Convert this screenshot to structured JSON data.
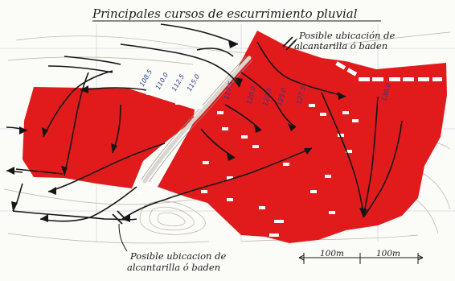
{
  "map": {
    "title": "Principales cursos de escurrimiento pluvial",
    "notes": [
      {
        "id": "top",
        "lines": [
          "Posible ubicación de",
          "alcantarilla ó baden"
        ]
      },
      {
        "id": "bottom",
        "lines": [
          "Posible ubicacion de",
          "alcantarilla ó baden"
        ]
      }
    ],
    "scale": {
      "segments": [
        "100m",
        "100m"
      ]
    },
    "elevation_labels": [
      "108.5",
      "110.0",
      "112.5",
      "115.0",
      "117.5",
      "120.0",
      "122.5",
      "125.0",
      "127.5",
      "130.0"
    ],
    "colors": {
      "area_fill": "#e11a1c",
      "flow_lines": "#151515",
      "contours": "#b9b2a4",
      "elevation_text": "#2a3a8a"
    }
  }
}
